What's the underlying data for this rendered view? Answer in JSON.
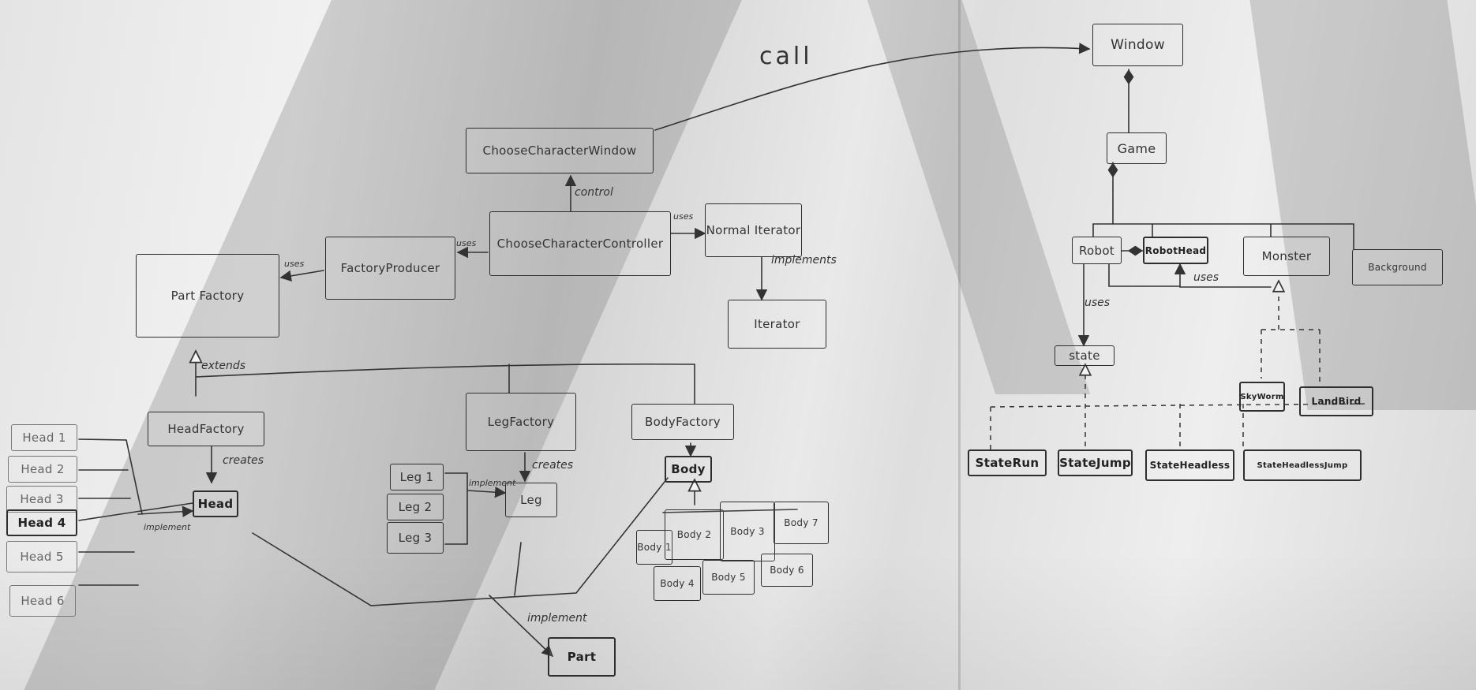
{
  "nodes": {
    "window": "Window",
    "game": "Game",
    "choose_character_window": "ChooseCharacterWindow",
    "choose_character_controller": "ChooseCharacterController",
    "normal_iterator": "Normal Iterator",
    "iterator": "Iterator",
    "factory_producer": "FactoryProducer",
    "part_factory": "Part Factory",
    "head_factory": "HeadFactory",
    "leg_factory": "LegFactory",
    "body_factory": "BodyFactory",
    "head": "Head",
    "leg": "Leg",
    "body": "Body",
    "part": "Part",
    "heads": [
      "Head 1",
      "Head 2",
      "Head 3",
      "Head 4",
      "Head 5",
      "Head 6"
    ],
    "legs": [
      "Leg 1",
      "Leg 2",
      "Leg 3"
    ],
    "bodies": [
      "Body 1",
      "Body 2",
      "Body 3",
      "Body 7",
      "Body 4",
      "Body 5",
      "Body 6"
    ],
    "robot": "Robot",
    "robot_head": "RobotHead",
    "monster": "Monster",
    "background": "Background",
    "state": "state",
    "sky_worm": "SkyWorm",
    "land_bird": "LandBird",
    "state_run": "StateRun",
    "state_jump": "StateJump",
    "state_headless": "StateHeadless",
    "state_headless_jump": "StateHeadlessJump"
  },
  "labels": {
    "call": "call",
    "control": "control",
    "uses_iterator": "uses",
    "uses_producer": "uses",
    "uses_partfactory": "uses",
    "implements": "implements",
    "extends": "extends",
    "creates_head": "creates",
    "creates_leg": "creates",
    "implement_head": "implement",
    "implement_leg": "implement",
    "implement_part": "implement",
    "uses_state": "uses",
    "uses_monster": "uses"
  }
}
